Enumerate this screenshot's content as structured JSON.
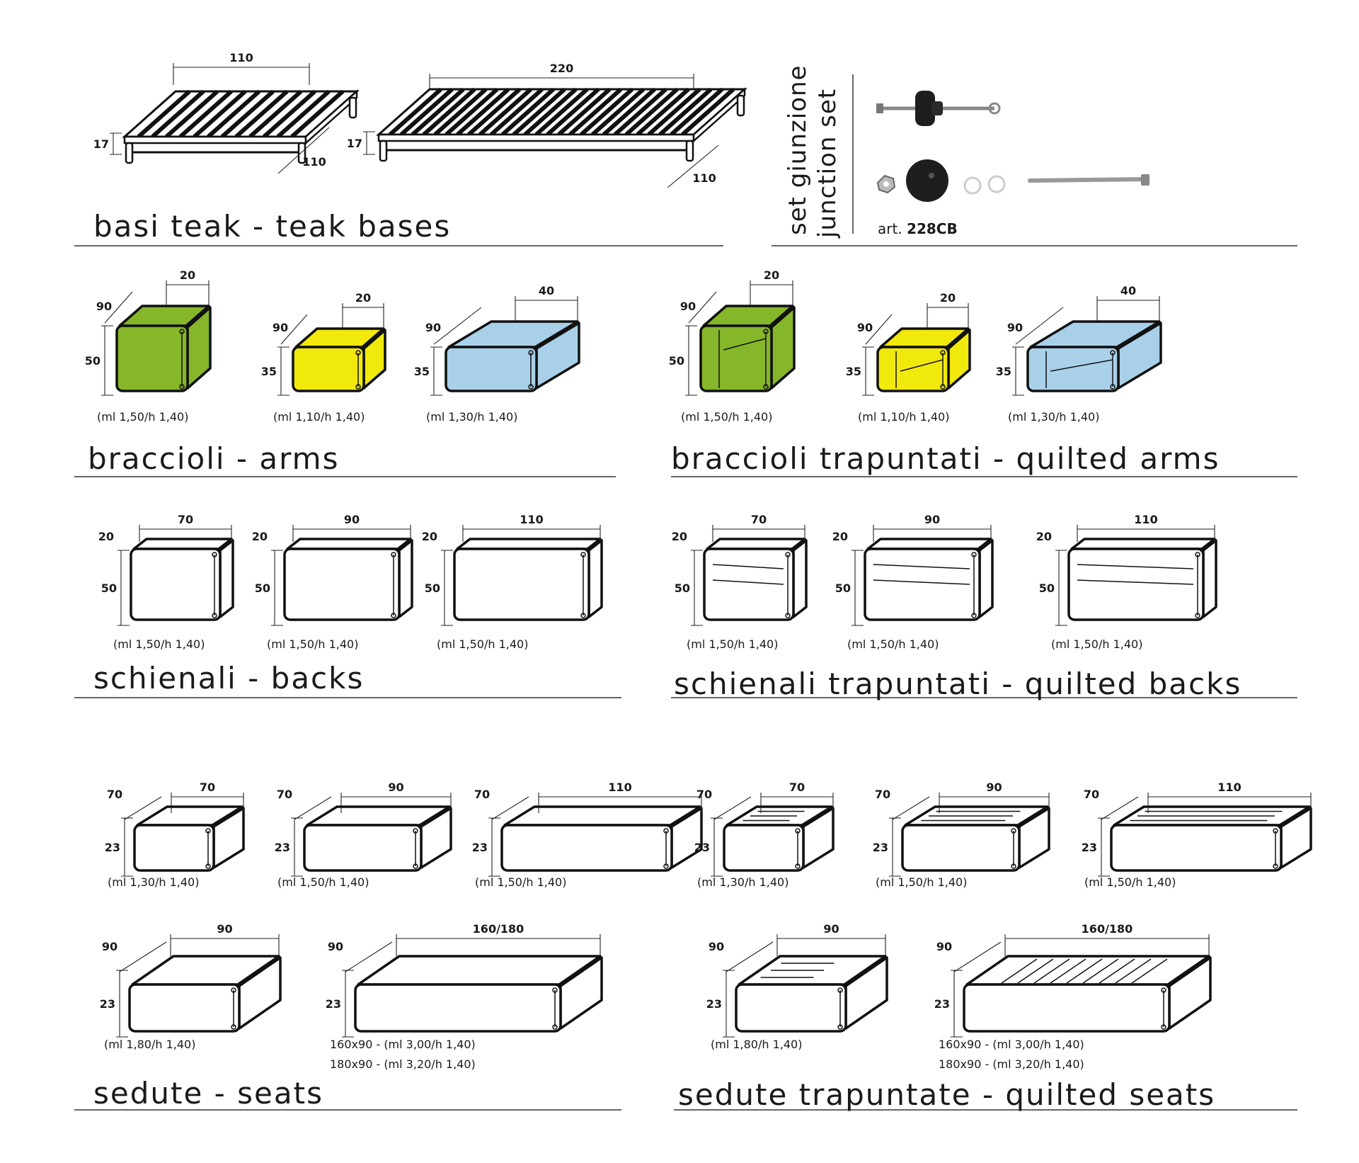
{
  "colors": {
    "green": "#86b629",
    "yellow": "#f2e90c",
    "blue": "#a9d0e9",
    "white": "#ffffff",
    "line": "#111111"
  },
  "sections": {
    "teak": {
      "title": "basi teak - teak bases",
      "items": [
        {
          "w": "110",
          "h": "17",
          "d": "110"
        },
        {
          "w": "220",
          "h": "17",
          "d": "110"
        }
      ]
    },
    "junction": {
      "title_it": "set giunzione",
      "title_en": "junction set",
      "art_label": "art.",
      "art_code": "228CB"
    },
    "arms": {
      "title": "braccioli - arms",
      "items": [
        {
          "d": "90",
          "w": "20",
          "h": "50",
          "note": "(ml 1,50/h 1,40)",
          "color": "green"
        },
        {
          "d": "90",
          "w": "20",
          "h": "35",
          "note": "(ml 1,10/h 1,40)",
          "color": "yellow"
        },
        {
          "d": "90",
          "w": "40",
          "h": "35",
          "note": "(ml 1,30/h 1,40)",
          "color": "blue"
        }
      ]
    },
    "quilted_arms": {
      "title": "braccioli trapuntati  - quilted arms",
      "items": [
        {
          "d": "90",
          "w": "20",
          "h": "50",
          "note": "(ml 1,50/h 1,40)",
          "color": "green"
        },
        {
          "d": "90",
          "w": "20",
          "h": "35",
          "note": "(ml 1,10/h 1,40)",
          "color": "yellow"
        },
        {
          "d": "90",
          "w": "40",
          "h": "35",
          "note": "(ml 1,30/h 1,40)",
          "color": "blue"
        }
      ]
    },
    "backs": {
      "title": "schienali - backs",
      "items": [
        {
          "w": "70",
          "d": "20",
          "h": "50",
          "note": "(ml 1,50/h 1,40)"
        },
        {
          "w": "90",
          "d": "20",
          "h": "50",
          "note": "(ml 1,50/h 1,40)"
        },
        {
          "w": "110",
          "d": "20",
          "h": "50",
          "note": "(ml 1,50/h 1,40)"
        }
      ]
    },
    "quilted_backs": {
      "title": "schienali trapuntati - quilted backs",
      "items": [
        {
          "w": "70",
          "d": "20",
          "h": "50",
          "note": "(ml 1,50/h 1,40)"
        },
        {
          "w": "90",
          "d": "20",
          "h": "50",
          "note": "(ml 1,50/h 1,40)"
        },
        {
          "w": "110",
          "d": "20",
          "h": "50",
          "note": "(ml 1,50/h 1,40)"
        }
      ]
    },
    "seats_row1": [
      {
        "w": "70",
        "d": "70",
        "h": "23",
        "note": "(ml 1,30/h 1,40)"
      },
      {
        "w": "90",
        "d": "70",
        "h": "23",
        "note": "(ml 1,50/h 1,40)"
      },
      {
        "w": "110",
        "d": "70",
        "h": "23",
        "note": "(ml 1,50/h 1,40)"
      }
    ],
    "quilted_seats_row1": [
      {
        "w": "70",
        "d": "70",
        "h": "23",
        "note": "(ml 1,30/h 1,40)"
      },
      {
        "w": "90",
        "d": "70",
        "h": "23",
        "note": "(ml 1,50/h 1,40)"
      },
      {
        "w": "110",
        "d": "70",
        "h": "23",
        "note": "(ml 1,50/h 1,40)"
      }
    ],
    "seats": {
      "title": "sedute - seats",
      "items": [
        {
          "w": "90",
          "d": "90",
          "h": "23",
          "note": "(ml 1,80/h 1,40)"
        },
        {
          "w": "160/180",
          "d": "90",
          "h": "23",
          "note": "160x90 - (ml 3,00/h 1,40)",
          "note2": "180x90 - (ml 3,20/h 1,40)"
        }
      ]
    },
    "quilted_seats": {
      "title": "sedute trapuntate - quilted seats",
      "items": [
        {
          "w": "90",
          "d": "90",
          "h": "23",
          "note": "(ml 1,80/h 1,40)"
        },
        {
          "w": "160/180",
          "d": "90",
          "h": "23",
          "note": "160x90 - (ml 3,00/h 1,40)",
          "note2": "180x90 - (ml 3,20/h 1,40)"
        }
      ]
    }
  }
}
